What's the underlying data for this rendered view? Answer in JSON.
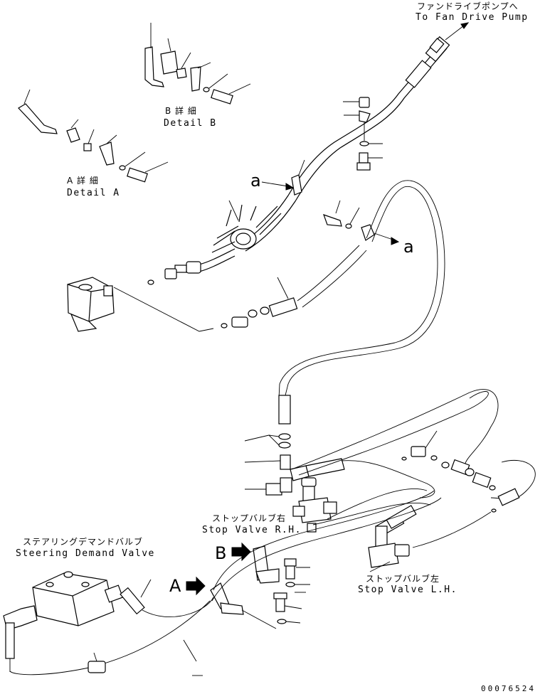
{
  "labels": {
    "fan_pump_jp": "ファンドライブポンプへ",
    "fan_pump_en": "To Fan Drive Pump",
    "detail_b_jp": "B 詳 細",
    "detail_b_en": "Detail B",
    "detail_a_jp": "A 詳 細",
    "detail_a_en": "Detail A",
    "ref_a_left": "a",
    "ref_a_right": "a",
    "stop_valve_rh_jp": "ストップバルブ右",
    "stop_valve_rh_en": "Stop Valve R.H.",
    "stop_valve_lh_jp": "ストップバルブ左",
    "stop_valve_lh_en": "Stop Valve L.H.",
    "steering_jp": "ステアリングデマンドバルブ",
    "steering_en": "Steering Demand Valve",
    "view_b": "B",
    "view_a": "A",
    "drawing_code": "00076524"
  }
}
